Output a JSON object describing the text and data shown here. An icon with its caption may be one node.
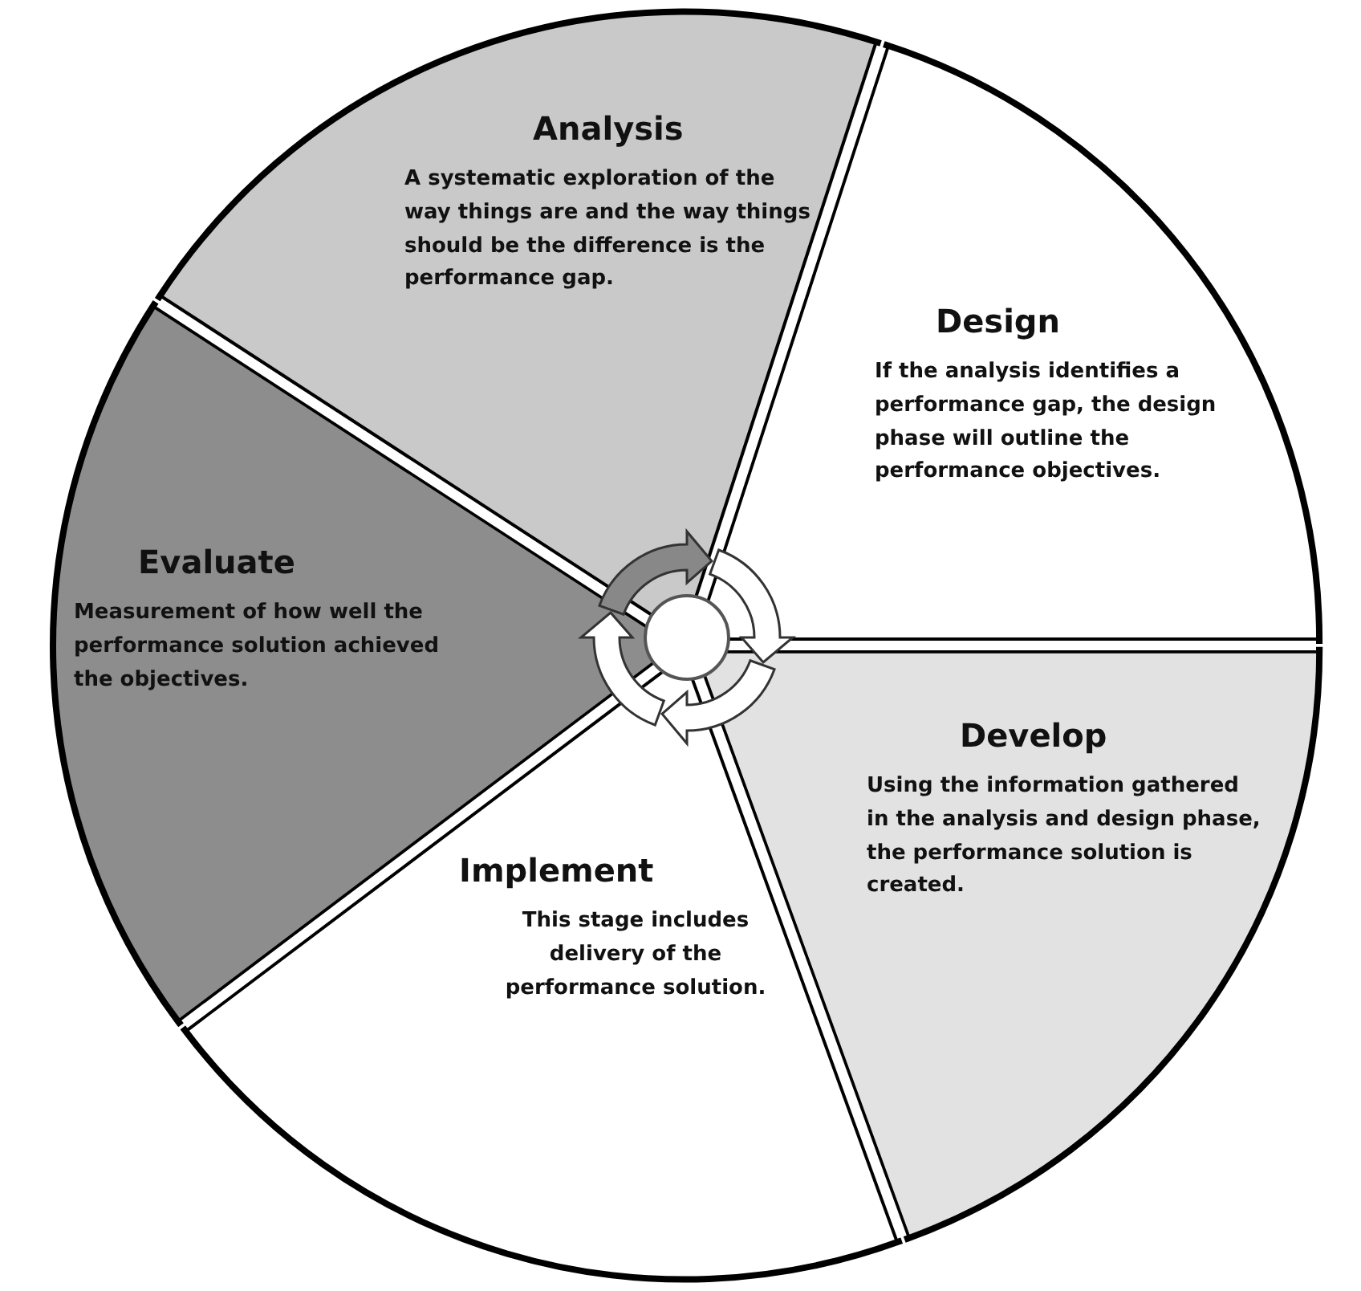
{
  "diagram": {
    "nodes": [
      {
        "text": [
          "Analysis",
          "A systematic exploration of the way things are and the way things should be the difference is the performance gap."
        ]
      },
      {
        "text": [
          "Design",
          "If the analysis identifies a performance gap, the design phase will outline the performance objectives."
        ]
      },
      {
        "text": [
          "Develop",
          "Using the information gathered in the analysis and design phase, the performance solution is created."
        ]
      },
      {
        "text": [
          "Implement",
          "This stage includes delivery of the performance solution."
        ]
      },
      {
        "text": [
          "Evaluate",
          "Measurement of how well the performance solution achieved the objectives."
        ]
      }
    ]
  }
}
